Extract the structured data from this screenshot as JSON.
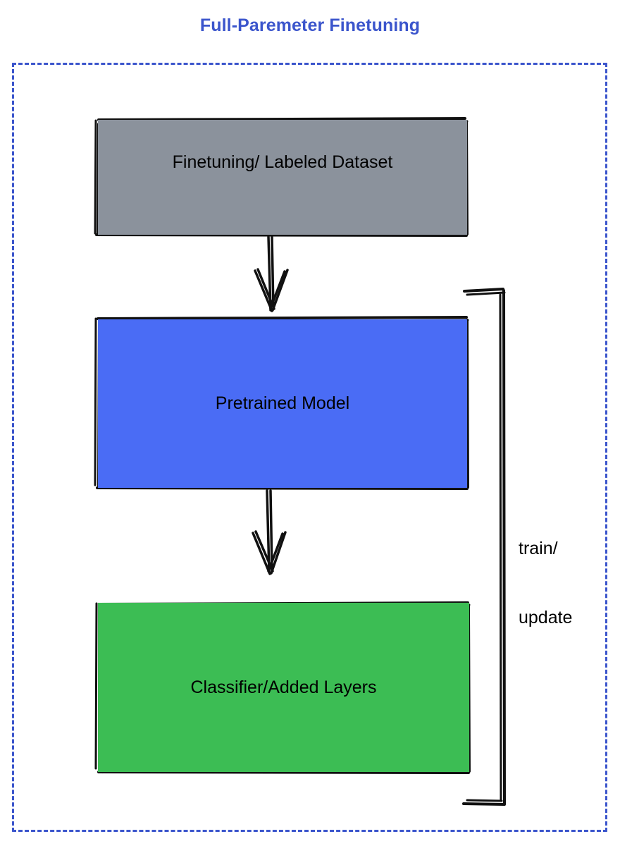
{
  "diagram": {
    "title": "Full-Paremeter Finetuning",
    "title_color": "#3b55cc",
    "frame": {
      "style": "dashed",
      "color": "#3b55cc"
    },
    "nodes": [
      {
        "id": "dataset",
        "label": "Finetuning/ Labeled Dataset",
        "fill": "#8b929c",
        "text_color": "#000000"
      },
      {
        "id": "pretrained",
        "label": "Pretrained Model",
        "fill": "#4a6cf5",
        "text_color": "#000000"
      },
      {
        "id": "classifier",
        "label": "Classifier/Added Layers",
        "fill": "#3cbd54",
        "text_color": "#000000"
      }
    ],
    "edges": [
      {
        "id": "dataset-to-pretrained",
        "from": "dataset",
        "to": "pretrained",
        "style": "hand-drawn-arrow",
        "label": ""
      },
      {
        "id": "pretrained-to-classifier",
        "from": "pretrained",
        "to": "classifier",
        "style": "hand-drawn-arrow",
        "label": ""
      },
      {
        "id": "classifier-to-pretrained-loop",
        "from": "classifier",
        "to": "pretrained",
        "style": "hand-drawn-bracket",
        "label_line_1": "train/",
        "label_line_2": "update"
      }
    ]
  }
}
